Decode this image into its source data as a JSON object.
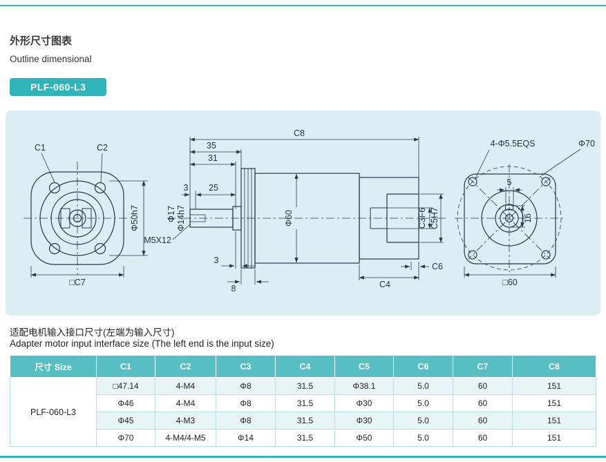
{
  "page": {
    "title_cn": "外形尺寸图表",
    "title_en": "Outline dimensional",
    "model_badge": "PLF-060-L3",
    "adapter_note_cn": "适配电机输入接口尺寸(左端为输入尺寸)",
    "adapter_note_en": "Adapter motor input interface size (The left end is the input size)"
  },
  "colors": {
    "accent": "#2fb4ba",
    "drawing-bg": "#dbeef3",
    "line": "#24384a",
    "table-header-bg": "#57bec3",
    "row-alt": "#e8f5f7",
    "border": "#b9dde1"
  },
  "drawing": {
    "labels": {
      "c1": "C1",
      "c2": "C2",
      "dia50": "Φ50h7",
      "sq_c7": "□C7",
      "c8": "C8",
      "len35": "35",
      "len31": "31",
      "len3_top": "3",
      "len25": "25",
      "dia17": "Φ17",
      "dia14": "Φ14h7",
      "m5": "M5X12",
      "dia60": "Φ60",
      "c3f6": "C3F6",
      "c5h7": "C5H7",
      "c6": "C6",
      "c4": "C4",
      "len3_btm": "3",
      "len8": "8",
      "holes": "4-Φ5.5EQS",
      "dia70": "Φ70",
      "key5": "5",
      "key16": "16",
      "sq60": "□60"
    }
  },
  "table": {
    "headers": [
      "尺寸 Size",
      "C1",
      "C2",
      "C3",
      "C4",
      "C5",
      "C6",
      "C7",
      "C8"
    ],
    "model": "PLF-060-L3",
    "rows": [
      {
        "cells": [
          "□47.14",
          "4-M4",
          "Φ8",
          "31.5",
          "Φ38.1",
          "5.0",
          "60",
          "151"
        ]
      },
      {
        "cells": [
          "Φ46",
          "4-M4",
          "Φ8",
          "31.5",
          "Φ30",
          "5.0",
          "60",
          "151"
        ]
      },
      {
        "cells": [
          "Φ45",
          "4-M3",
          "Φ8",
          "31.5",
          "Φ30",
          "5.0",
          "60",
          "151"
        ]
      },
      {
        "cells": [
          "Φ70",
          "4-M4/4-M5",
          "Φ14",
          "31.5",
          "Φ50",
          "5.0",
          "60",
          "151"
        ]
      }
    ]
  }
}
